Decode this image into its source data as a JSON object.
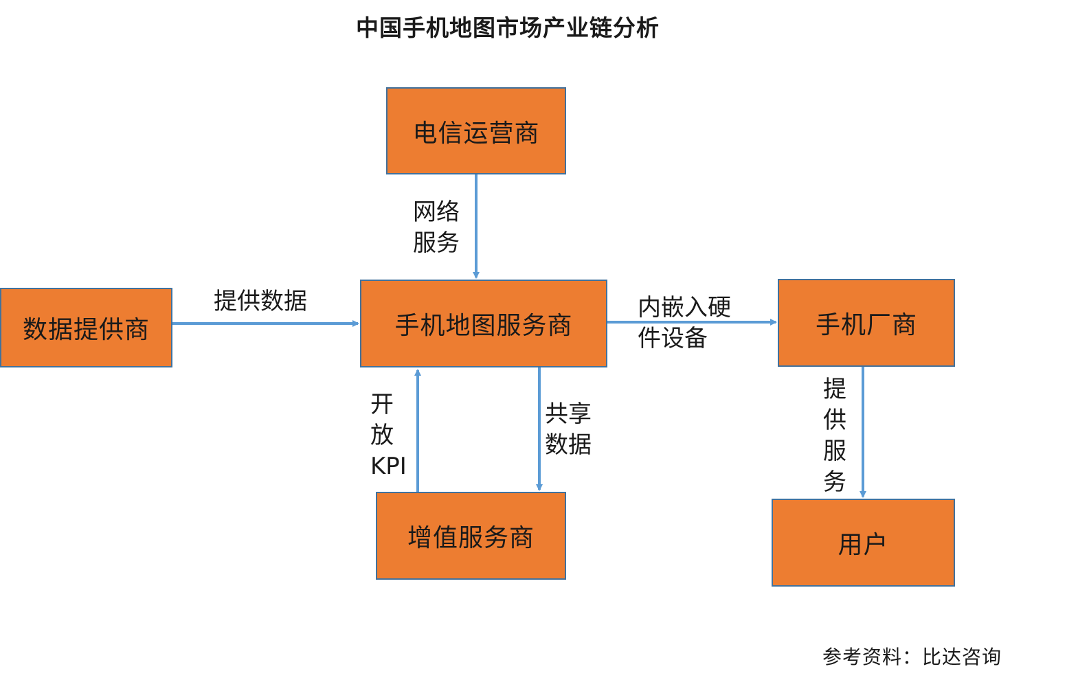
{
  "title": "中国手机地图市场产业链分析",
  "nodes": {
    "telecom_operator": "电信运营商",
    "data_provider": "数据提供商",
    "map_service_provider": "手机地图服务商",
    "phone_manufacturer": "手机厂商",
    "value_added_provider": "增值服务商",
    "user": "用户"
  },
  "edges": {
    "network_service": "网络\n服务",
    "provide_data": "提供数据",
    "embed_hardware": "内嵌入硬\n件设备",
    "open_kpi": "开\n放\nKPI",
    "share_data": "共享\n数据",
    "provide_service": "提\n供\n服\n务"
  },
  "source": "参考资料：比达咨询",
  "colors": {
    "box_fill": "#ED7D31",
    "box_border": "#41719C",
    "arrow": "#5B9BD5"
  }
}
